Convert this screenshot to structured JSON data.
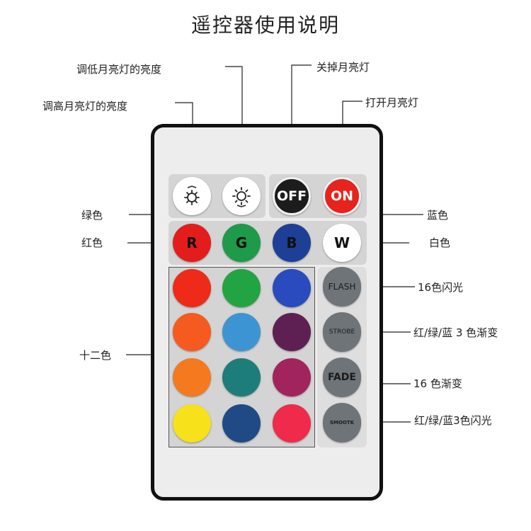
{
  "title": "遥控器使用说明",
  "labels": {
    "dim_down": "调低月亮灯的亮度",
    "dim_up": "调高月亮灯的亮度",
    "off": "关掉月亮灯",
    "on": "打开月亮灯",
    "green": "绿色",
    "red": "红色",
    "blue": "蓝色",
    "white": "白色",
    "twelve": "十二色",
    "flash": "16色闪光",
    "strobe": "红/绿/蓝 3 色渐变",
    "fade": "16 色渐变",
    "smooth": "红/绿/蓝3色闪光"
  },
  "buttons": {
    "off": "OFF",
    "on": "ON",
    "r": "R",
    "g": "G",
    "b": "B",
    "w": "W",
    "flash": "FLASH",
    "strobe": "STROBE",
    "fade": "FADE",
    "smooth": "SMOOTK"
  },
  "icons": {
    "dim_down": "sun-dim-down-icon",
    "dim_up": "sun-dim-up-icon"
  },
  "colors": {
    "off_button": "#1c1c1c",
    "on_button": "#e8221c",
    "r_button": "#e31d1c",
    "g_button": "#1e9a4a",
    "b_button": "#1e3f96",
    "w_button": "#ffffff",
    "grid": [
      [
        "#ee2b18",
        "#23a443",
        "#2a4bbd"
      ],
      [
        "#f55a1f",
        "#3c95d2",
        "#5e2052"
      ],
      [
        "#f5791f",
        "#1d7d7a",
        "#a1245d"
      ],
      [
        "#f7e11b",
        "#1f4a86",
        "#ef2a4b"
      ]
    ]
  }
}
